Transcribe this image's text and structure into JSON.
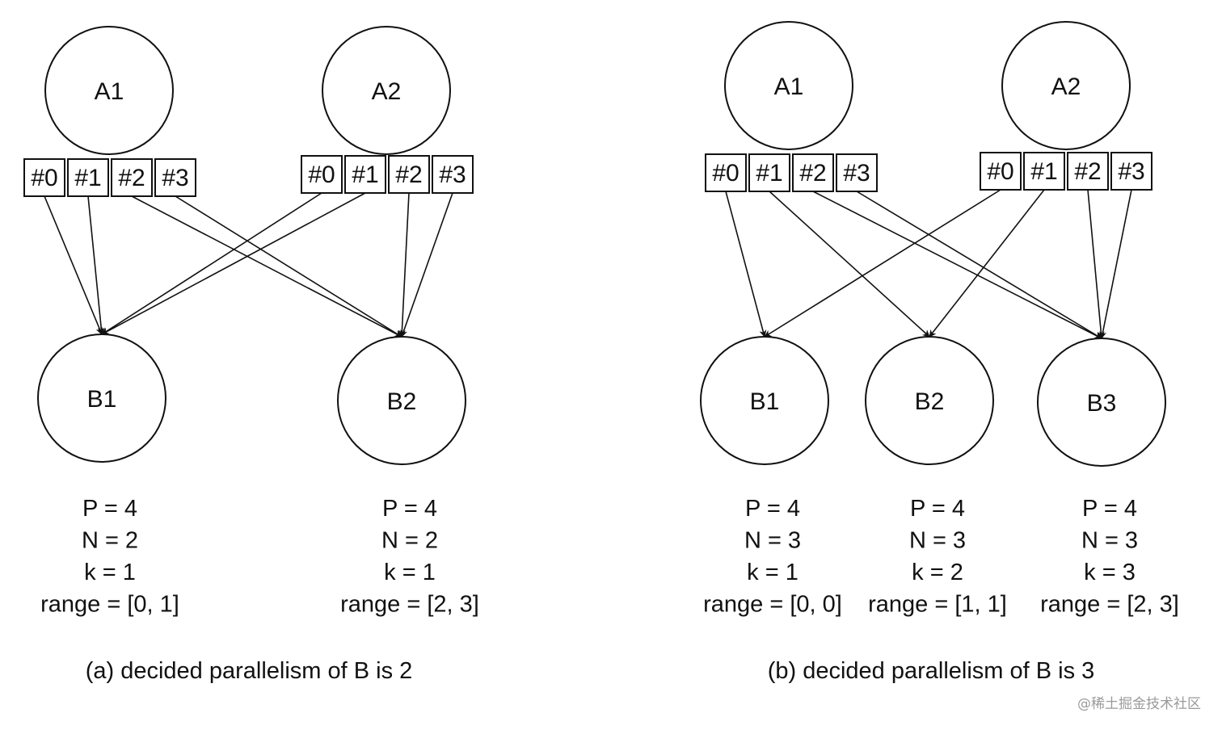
{
  "panels": [
    {
      "id": "a",
      "caption": "(a) decided parallelism of B is 2",
      "upstream": [
        {
          "label": "A1",
          "partitions": [
            "#0",
            "#1",
            "#2",
            "#3"
          ]
        },
        {
          "label": "A2",
          "partitions": [
            "#0",
            "#1",
            "#2",
            "#3"
          ]
        }
      ],
      "downstream": [
        {
          "label": "B1",
          "info": [
            "P = 4",
            "N = 2",
            "k = 1",
            "range = [0, 1]"
          ]
        },
        {
          "label": "B2",
          "info": [
            "P = 4",
            "N = 2",
            "k = 1",
            "range = [2, 3]"
          ]
        }
      ],
      "edges": [
        {
          "from": [
            0,
            0
          ],
          "to": 0
        },
        {
          "from": [
            0,
            1
          ],
          "to": 0
        },
        {
          "from": [
            0,
            2
          ],
          "to": 1
        },
        {
          "from": [
            0,
            3
          ],
          "to": 1
        },
        {
          "from": [
            1,
            0
          ],
          "to": 0
        },
        {
          "from": [
            1,
            1
          ],
          "to": 0
        },
        {
          "from": [
            1,
            2
          ],
          "to": 1
        },
        {
          "from": [
            1,
            3
          ],
          "to": 1
        }
      ]
    },
    {
      "id": "b",
      "caption": "(b) decided parallelism of B is 3",
      "upstream": [
        {
          "label": "A1",
          "partitions": [
            "#0",
            "#1",
            "#2",
            "#3"
          ]
        },
        {
          "label": "A2",
          "partitions": [
            "#0",
            "#1",
            "#2",
            "#3"
          ]
        }
      ],
      "downstream": [
        {
          "label": "B1",
          "info": [
            "P = 4",
            "N = 3",
            "k = 1",
            "range = [0, 0]"
          ]
        },
        {
          "label": "B2",
          "info": [
            "P = 4",
            "N = 3",
            "k = 2",
            "range = [1, 1]"
          ]
        },
        {
          "label": "B3",
          "info": [
            "P = 4",
            "N = 3",
            "k = 3",
            "range = [2, 3]"
          ]
        }
      ],
      "edges": [
        {
          "from": [
            0,
            0
          ],
          "to": 0
        },
        {
          "from": [
            0,
            1
          ],
          "to": 1
        },
        {
          "from": [
            0,
            2
          ],
          "to": 2
        },
        {
          "from": [
            0,
            3
          ],
          "to": 2
        },
        {
          "from": [
            1,
            0
          ],
          "to": 0
        },
        {
          "from": [
            1,
            1
          ],
          "to": 1
        },
        {
          "from": [
            1,
            2
          ],
          "to": 2
        },
        {
          "from": [
            1,
            3
          ],
          "to": 2
        }
      ]
    }
  ],
  "watermark": "@稀土掘金技术社区"
}
